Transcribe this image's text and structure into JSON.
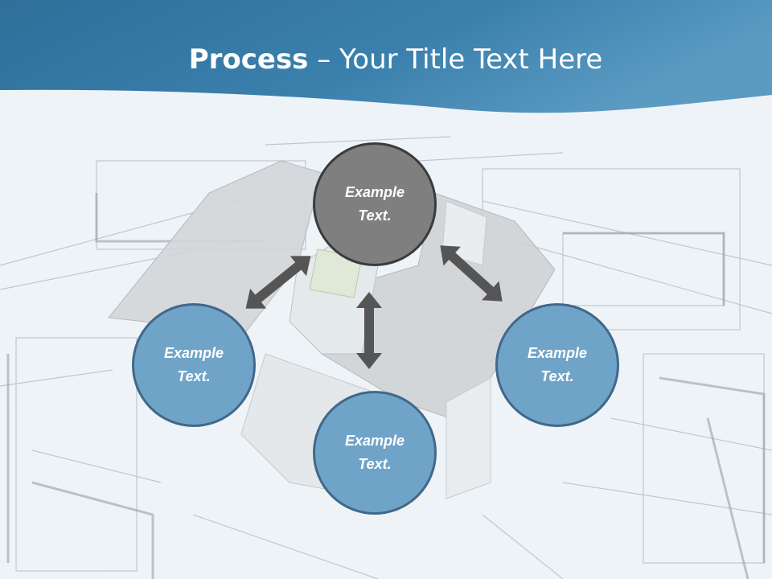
{
  "slide": {
    "title_bold": "Process",
    "title_rest": " – Your Title Text Here",
    "header_color": "#3a7aa5",
    "arrow_color": "#555555"
  },
  "nodes": [
    {
      "line1": "Example",
      "line2": "Text.",
      "color": "#7f7f7f"
    },
    {
      "line1": "Example",
      "line2": "Text.",
      "color": "#6fa4c8"
    },
    {
      "line1": "Example",
      "line2": "Text.",
      "color": "#6fa4c8"
    },
    {
      "line1": "Example",
      "line2": "Text.",
      "color": "#6fa4c8"
    }
  ]
}
